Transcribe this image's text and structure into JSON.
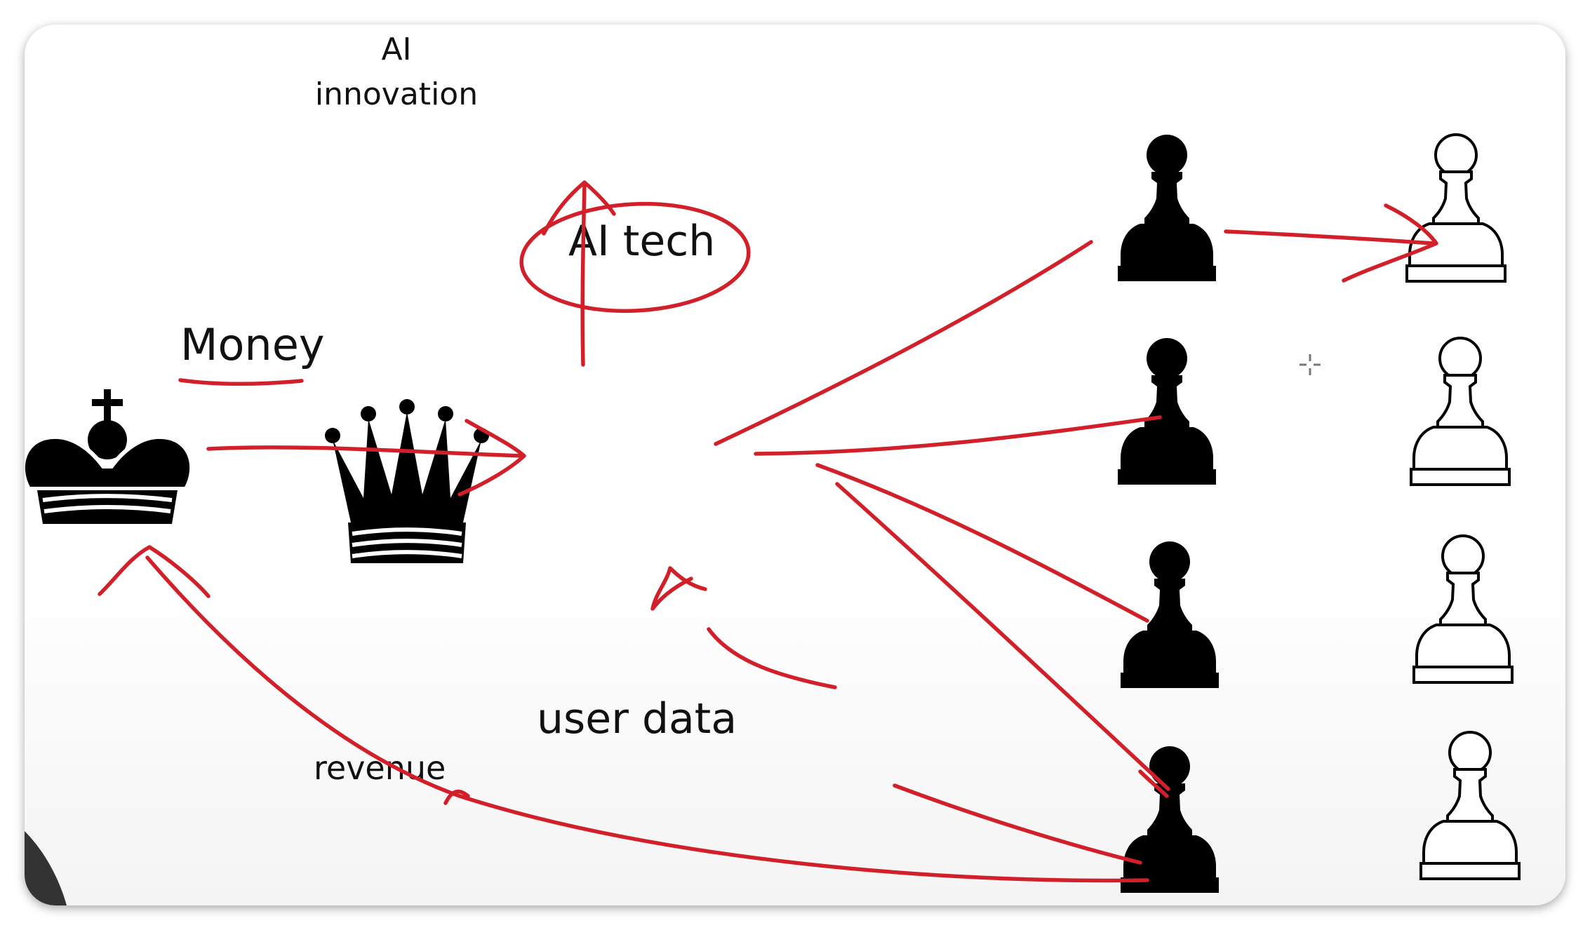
{
  "labels": {
    "ai_innovation_line1": "AI",
    "ai_innovation_line2": "innovation",
    "ai_tech": "AI tech",
    "money": "Money",
    "user_data": "user data",
    "revenue": "revenue"
  },
  "pieces": {
    "king": "black-king-icon",
    "queen": "black-queen-icon",
    "black_pawns": 4,
    "white_pawns": 4
  },
  "colors": {
    "annotation_red": "#d2202a",
    "piece_black": "#000000",
    "text": "#111111"
  }
}
